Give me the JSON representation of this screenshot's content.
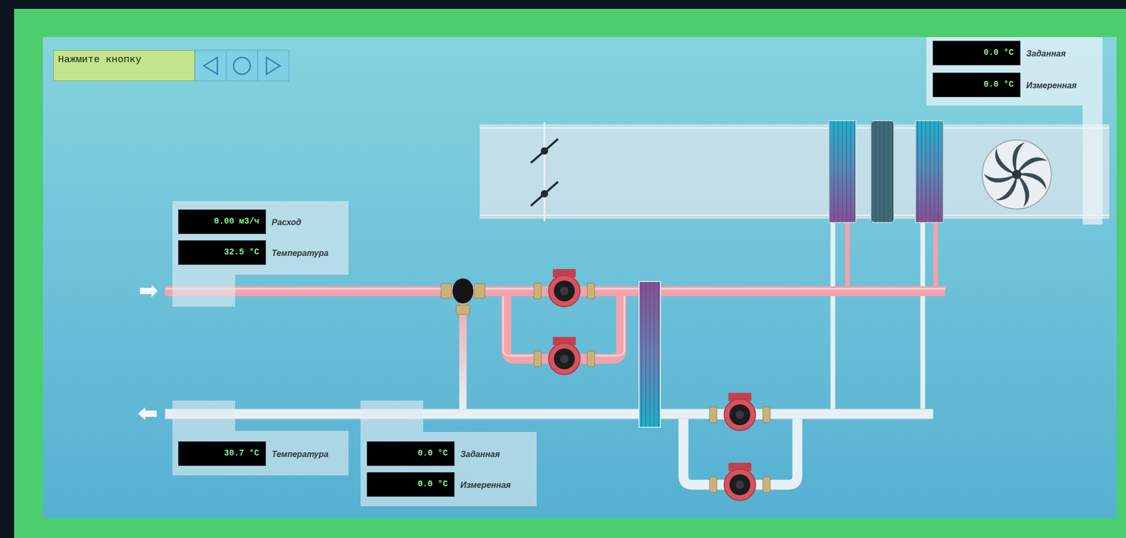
{
  "diagram": {
    "nodes": [
      {
        "text": [
          "Нажмите кнопку"
        ]
      },
      {
        "text": [
          "0.0 °C",
          "Заданная"
        ]
      },
      {
        "text": [
          "0.0 °C",
          "Измеренная"
        ]
      },
      {
        "text": [
          "0.00 м3/ч",
          "Расход"
        ]
      },
      {
        "text": [
          "32.5 °C",
          "Температура"
        ]
      },
      {
        "text": [
          "30.7 °C",
          "Температура"
        ]
      },
      {
        "text": [
          "0.0 °C",
          "Заданная"
        ]
      },
      {
        "text": [
          "0.0 °C",
          "Измеренная"
        ]
      }
    ]
  }
}
